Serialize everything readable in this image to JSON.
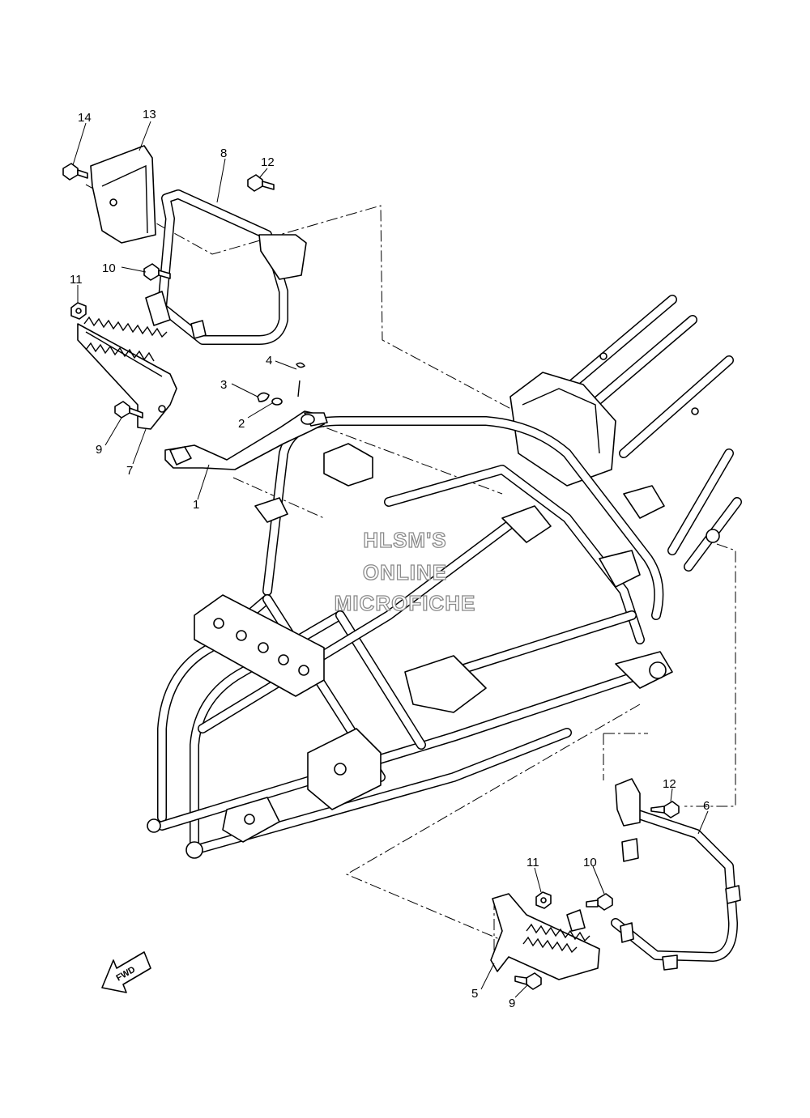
{
  "watermark": {
    "line1": "HLSM'S",
    "line2": "ONLINE",
    "line3": "MICROFICHE"
  },
  "fwd_arrow": {
    "label": "FWD"
  },
  "callouts": [
    {
      "id": "c14a",
      "text": "14"
    },
    {
      "id": "c13a",
      "text": "13"
    },
    {
      "id": "c8a",
      "text": "8"
    },
    {
      "id": "c12a",
      "text": "12"
    },
    {
      "id": "c10a",
      "text": "10"
    },
    {
      "id": "c11a",
      "text": "11"
    },
    {
      "id": "c4a",
      "text": "4"
    },
    {
      "id": "c3a",
      "text": "3"
    },
    {
      "id": "c2a",
      "text": "2"
    },
    {
      "id": "c9a",
      "text": "9"
    },
    {
      "id": "c7a",
      "text": "7"
    },
    {
      "id": "c1a",
      "text": "1"
    },
    {
      "id": "c12b",
      "text": "12"
    },
    {
      "id": "c6a",
      "text": "6"
    },
    {
      "id": "c11b",
      "text": "11"
    },
    {
      "id": "c10b",
      "text": "10"
    },
    {
      "id": "c5a",
      "text": "5"
    },
    {
      "id": "c9b",
      "text": "9"
    }
  ]
}
